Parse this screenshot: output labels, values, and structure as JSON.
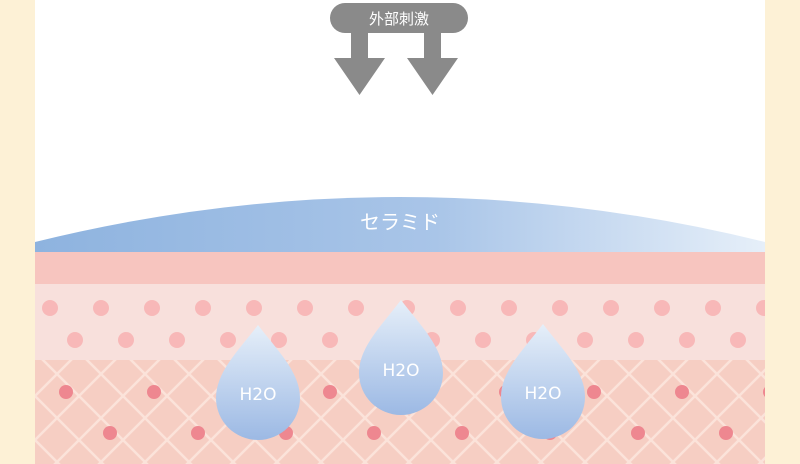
{
  "stimulus": {
    "label": "外部刺激",
    "color": "#8a8a8a"
  },
  "ceramide": {
    "label": "セラミド",
    "color_start": "#8eb3df",
    "color_end": "#e6eff9"
  },
  "droplets": [
    {
      "label": "H2O"
    },
    {
      "label": "H2O"
    },
    {
      "label": "H2O"
    }
  ],
  "colors": {
    "background": "#fdf1d6",
    "stratum": "#f7c5bf",
    "cell_layer": "#f8e0dc",
    "cell_dot": "#f8b8b8",
    "dermis": "#f6cec3",
    "dermis_line": "#fbe3da",
    "dermis_dot": "#ee8790",
    "droplet_top": "#e6eff9",
    "droplet_bottom": "#9cb9e4"
  }
}
